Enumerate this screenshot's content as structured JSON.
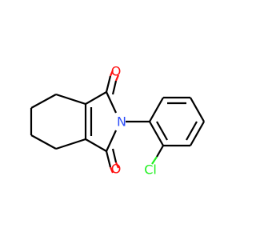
{
  "molecule": {
    "atoms": {
      "o_top": "O",
      "o_bottom": "O",
      "n": "N",
      "cl": "Cl"
    }
  }
}
